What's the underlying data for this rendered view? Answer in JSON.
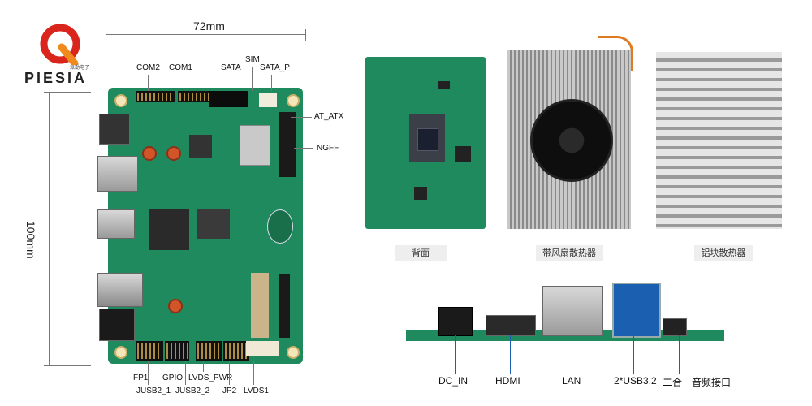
{
  "brand": {
    "name": "PIESIA",
    "sub": "派勤电子",
    "logo_letter": "Q"
  },
  "dimensions": {
    "width": "72mm",
    "height": "100mm"
  },
  "board_labels": {
    "com2": "COM2",
    "com1": "COM1",
    "sim": "SIM",
    "sata": "SATA",
    "sata_p": "SATA_P",
    "at_atx": "AT_ATX",
    "ngff": "NGFF",
    "fp1": "FP1",
    "gpio": "GPIO",
    "lvds_pwr": "LVDS_PWR",
    "jusb2_1": "JUSB2_1",
    "jusb2_2": "JUSB2_2",
    "jp2": "JP2",
    "lvds1": "LVDS1"
  },
  "captions": {
    "back": "背面",
    "fan_heatsink": "带风扇散热器",
    "alu_heatsink": "铝块散热器"
  },
  "io_labels": {
    "dc_in": "DC_IN",
    "hdmi": "HDMI",
    "lan": "LAN",
    "usb": "2*USB3.2",
    "audio": "二合一音频接口"
  },
  "colors": {
    "pcb": "#1e8a5e",
    "usb_blue": "#1a5fb0",
    "logo_red": "#d9251c",
    "logo_orange": "#f08a1c"
  }
}
